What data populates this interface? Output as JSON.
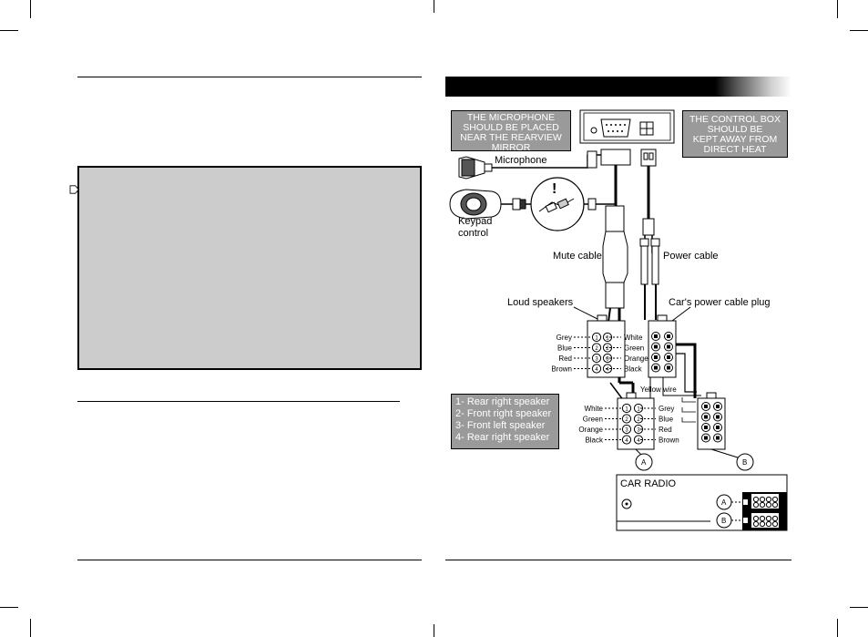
{
  "diagram": {
    "callout_microphone_placement": [
      "THE MICROPHONE",
      "SHOULD BE PLACED",
      "NEAR THE REARVIEW",
      "MIRROR"
    ],
    "callout_control_box": [
      "THE CONTROL BOX",
      "SHOULD BE",
      "KEPT AWAY FROM",
      "DIRECT HEAT"
    ],
    "label_microphone": "Microphone",
    "label_keypad": [
      "Keypad",
      "control"
    ],
    "label_mute_cable": "Mute cable",
    "label_power_cable": "Power cable",
    "label_loud_speakers": "Loud speakers",
    "label_power_plug": "Car's power cable plug",
    "label_yellow_wire": "Yellow wire",
    "speaker_wires_left": [
      "Grey",
      "Blue",
      "Red",
      "Brown"
    ],
    "speaker_wires_right": [
      "White",
      "Green",
      "Orange",
      "Black"
    ],
    "radio_wires_left": [
      "White",
      "Green",
      "Orange",
      "Black"
    ],
    "radio_wires_right": [
      "Grey",
      "Blue",
      "Red",
      "Brown"
    ],
    "pin_numbers": [
      "1",
      "2",
      "3",
      "4"
    ],
    "marker_a": "A",
    "marker_b": "B",
    "radio_title": "CAR RADIO",
    "warning_mark": "!",
    "legend": [
      "1- Rear right speaker",
      "2- Front right speaker",
      "3- Front left speaker",
      "4- Rear right speaker"
    ]
  }
}
